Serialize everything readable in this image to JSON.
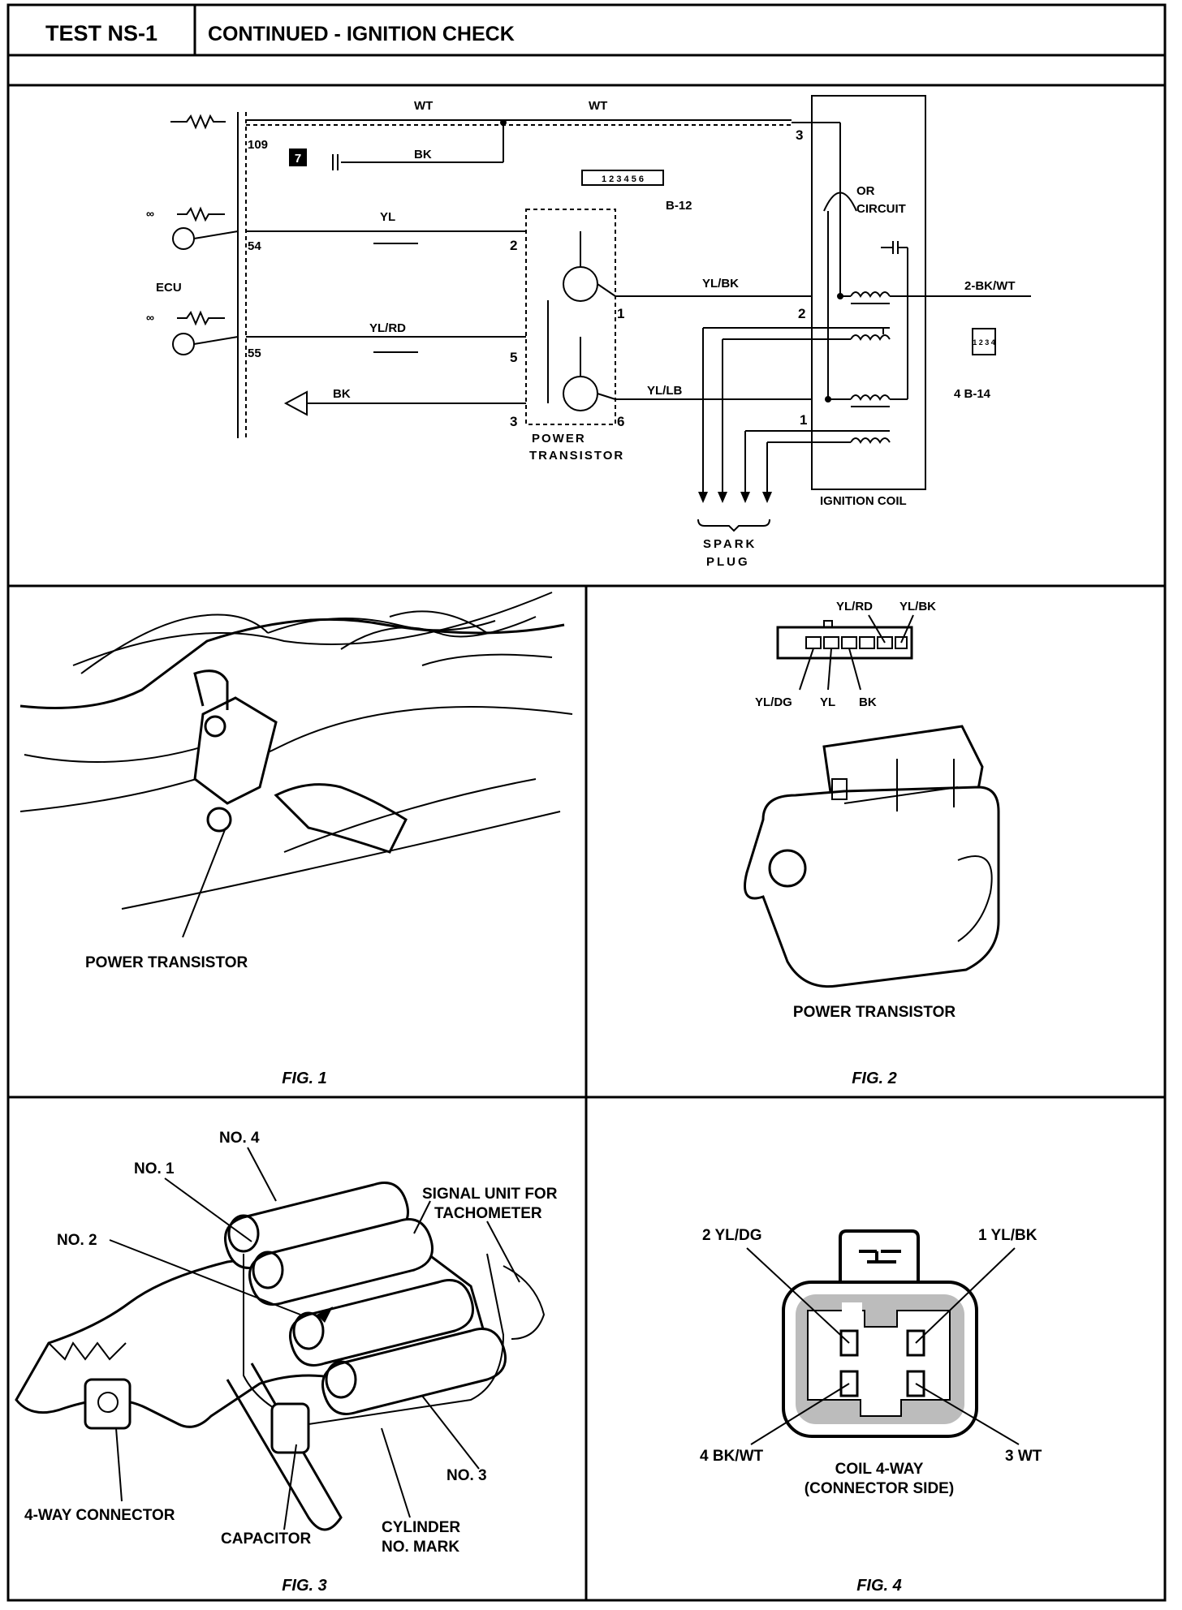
{
  "header": {
    "test_id": "TEST NS-1",
    "title": "CONTINUED - IGNITION CHECK"
  },
  "schematic": {
    "wires": {
      "wt_left": "WT",
      "wt_right": "WT",
      "bk_top": "BK",
      "yl": "YL",
      "yl_rd": "YL/RD",
      "bk_ground": "BK",
      "yl_bk": "YL/BK",
      "yl_lb": "YL/LB",
      "out_2_bk_wt": "2-BK/WT"
    },
    "pins": {
      "p109": "109",
      "p54": "54",
      "p55": "55",
      "pt2": "2",
      "pt5": "5",
      "pt3": "3",
      "pt1": "1",
      "pt6": "6",
      "coil3": "3",
      "coil2": "2",
      "coil1": "1"
    },
    "ecu_label": "ECU",
    "badge": "7",
    "connector_b12_pins": "1 2 3 4 5 6",
    "connector_b12_label": "B-12",
    "or_circuit": [
      "OR",
      "CIRCUIT"
    ],
    "power_transistor": [
      "POWER",
      "TRANSISTOR"
    ],
    "ignition_coil": "IGNITION COIL",
    "spark_plug": [
      "SPARK",
      "PLUG"
    ],
    "coil_connector_pins": "1 2 3 4",
    "coil_connector_label": "4 B-14"
  },
  "figures": {
    "fig1": {
      "caption": "FIG. 1",
      "labels": {
        "power_transistor": "POWER TRANSISTOR"
      }
    },
    "fig2": {
      "caption": "FIG. 2",
      "labels": {
        "yl_rd": "YL/RD",
        "yl_bk": "YL/BK",
        "yl_dg": "YL/DG",
        "yl": "YL",
        "bk": "BK",
        "power_transistor": "POWER TRANSISTOR"
      }
    },
    "fig3": {
      "caption": "FIG. 3",
      "labels": {
        "no4": "NO. 4",
        "no1": "NO. 1",
        "no2": "NO. 2",
        "no3": "NO. 3",
        "signal_unit_1": "SIGNAL UNIT FOR",
        "signal_unit_2": "TACHOMETER",
        "four_way": "4-WAY CONNECTOR",
        "capacitor": "CAPACITOR",
        "cylinder_1": "CYLINDER",
        "cylinder_2": "NO. MARK"
      }
    },
    "fig4": {
      "caption": "FIG. 4",
      "labels": {
        "p2": "2 YL/DG",
        "p1": "1 YL/BK",
        "p4": "4 BK/WT",
        "p3": "3 WT",
        "title_1": "COIL 4-WAY",
        "title_2": "(CONNECTOR SIDE)"
      }
    }
  }
}
